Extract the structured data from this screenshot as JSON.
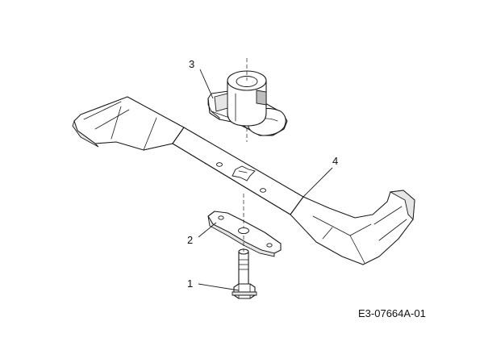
{
  "callouts": {
    "bolt": "1",
    "stiffener": "2",
    "adapter": "3",
    "blade": "4"
  },
  "document_id": "E3-07664A-01"
}
